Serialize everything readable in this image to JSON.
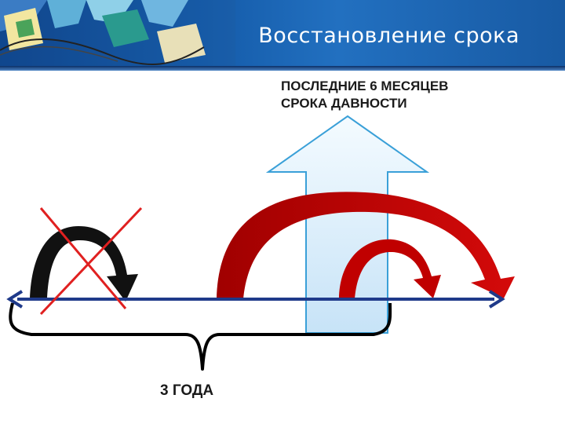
{
  "slide": {
    "title": "Восстановление срока"
  },
  "labels": {
    "last_months_line1": "ПОСЛЕДНИЕ 6 МЕСЯЦЕВ",
    "last_months_line2": "СРОКА ДАВНОСТИ",
    "period": "3 ГОДА"
  },
  "colors": {
    "header": "#145aa8",
    "timeline": "#1f3a8a",
    "red_arc": "#c00000",
    "black_arc": "#111111",
    "cross": "#e02020",
    "up_arrow_fill": "#dbeefb",
    "up_arrow_stroke": "#3aa0d8"
  }
}
